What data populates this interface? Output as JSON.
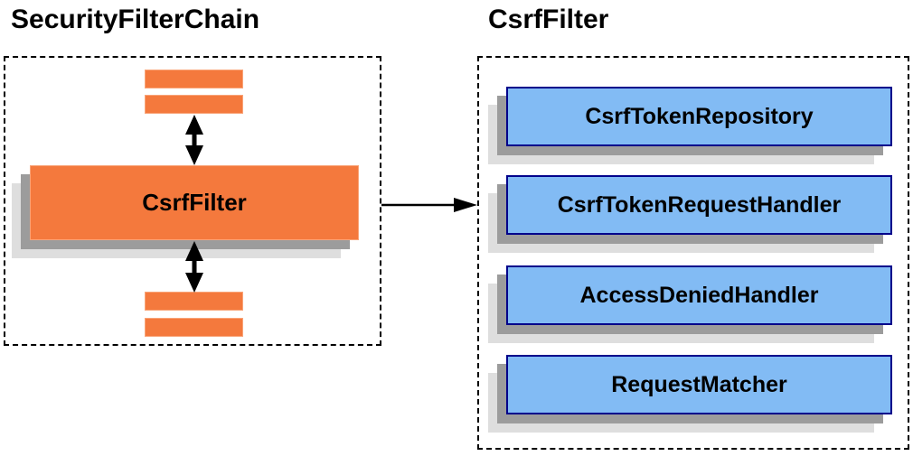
{
  "left_panel": {
    "title": "SecurityFilterChain",
    "csrf_filter_label": "CsrfFilter"
  },
  "right_panel": {
    "title": "CsrfFilter",
    "components": [
      {
        "label": "CsrfTokenRepository"
      },
      {
        "label": "CsrfTokenRequestHandler"
      },
      {
        "label": "AccessDeniedHandler"
      },
      {
        "label": "RequestMatcher"
      }
    ]
  },
  "icons": {
    "top_connector": "double-headed-arrow",
    "bottom_connector": "double-headed-arrow",
    "link_connector": "right-arrow"
  },
  "colors": {
    "page_bg": "#ffffff",
    "text": "#000000",
    "dash_border": "#000000",
    "orange_fill": "#f4793d",
    "orange_border": "#f9a478",
    "blue_fill": "#82bbf4",
    "blue_border": "#00008b",
    "shadow_medium": "#9c9c9c",
    "shadow_light": "#dedede",
    "arrow": "#000000"
  }
}
